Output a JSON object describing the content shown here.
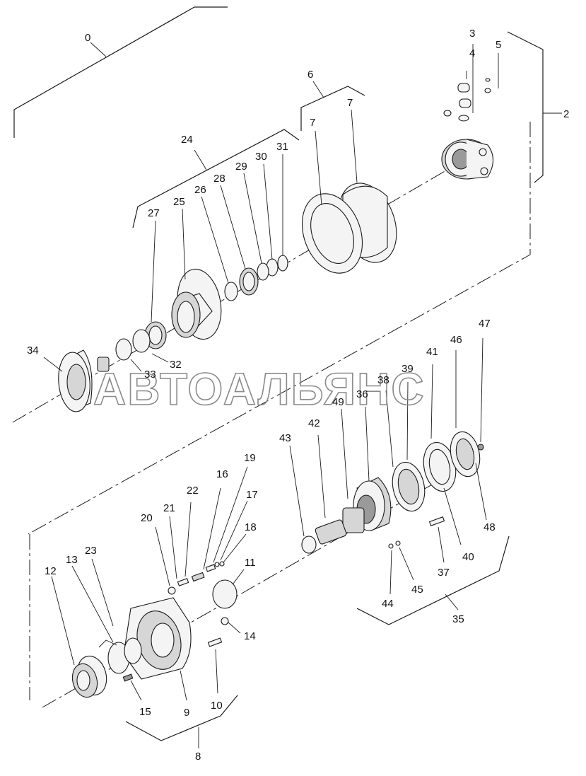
{
  "watermark": "АВТОАЛЬЯНС",
  "labels": {
    "l0": "0",
    "l2": "2",
    "l3": "3",
    "l4": "4",
    "l5": "5",
    "l6": "6",
    "l7a": "7",
    "l7b": "7",
    "l8": "8",
    "l9": "9",
    "l10": "10",
    "l11": "11",
    "l12": "12",
    "l13": "13",
    "l14": "14",
    "l15": "15",
    "l16": "16",
    "l17": "17",
    "l18": "18",
    "l19": "19",
    "l20": "20",
    "l21": "21",
    "l22": "22",
    "l23": "23",
    "l24": "24",
    "l25": "25",
    "l26": "26",
    "l27": "27",
    "l28": "28",
    "l29": "29",
    "l30": "30",
    "l31": "31",
    "l32": "32",
    "l33": "33",
    "l34": "34",
    "l35": "35",
    "l36": "36",
    "l37": "37",
    "l38": "38",
    "l39": "39",
    "l40": "40",
    "l41": "41",
    "l42": "42",
    "l43": "43",
    "l44": "44",
    "l45": "45",
    "l46": "46",
    "l47": "47",
    "l48": "48",
    "l49": "49"
  }
}
